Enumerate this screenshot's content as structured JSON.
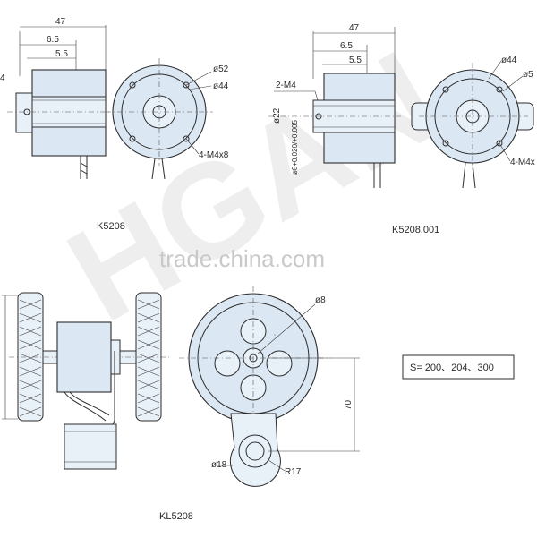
{
  "watermark": {
    "text": "trade.china.com",
    "big": "HGAN"
  },
  "views": {
    "k5208": {
      "caption": "K5208",
      "dims": {
        "overall": "47",
        "d1": "6.5",
        "d2": "5.5",
        "outer_dia": "ø52",
        "pcd": "ø44",
        "holes": "4-M4x8",
        "left_a": "4",
        "left_b": "",
        "left_c": ""
      }
    },
    "k5208_001": {
      "caption": "K5208.001",
      "dims": {
        "overall": "47",
        "d1": "6.5",
        "d2": "5.5",
        "outer_dia": "ø5",
        "pcd": "ø44",
        "holes": "4-M4x",
        "set_screw": "2-M4",
        "shaft_dia": "ø22",
        "bore": "ø8+0.020/+0.005"
      }
    },
    "kl5208": {
      "caption": "KL5208",
      "dims": {
        "bore": "ø8",
        "center_dist": "70",
        "pivot_dia": "ø18",
        "radius": "R17"
      }
    }
  },
  "spec_box": {
    "text": "S= 200、204、300"
  },
  "colors": {
    "line": "#2c2c2c",
    "fill": "#dbe7f3",
    "watermark": "#c9c9c9"
  }
}
